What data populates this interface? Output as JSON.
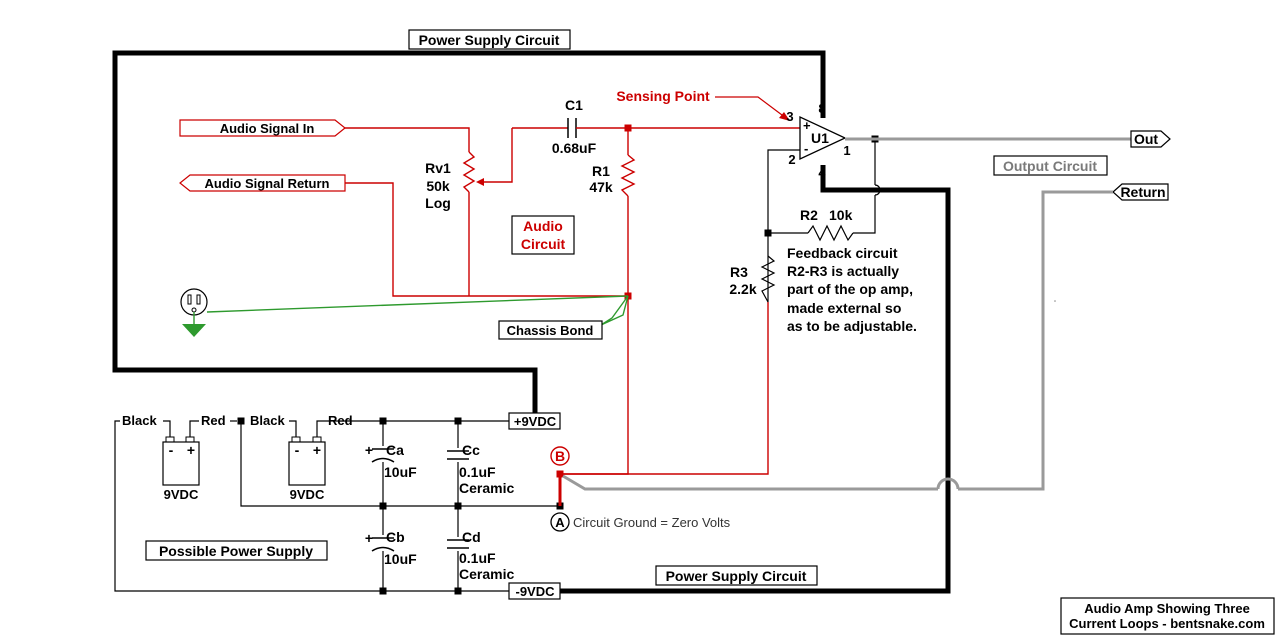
{
  "labels": {
    "power_supply_circuit_top": "Power Supply Circuit",
    "power_supply_circuit_bottom": "Power Supply Circuit",
    "sensing_point": "Sensing Point",
    "audio_signal_in": "Audio Signal In",
    "audio_signal_return": "Audio Signal Return",
    "audio_circuit_line1": "Audio",
    "audio_circuit_line2": "Circuit",
    "chassis_bond": "Chassis Bond",
    "output_circuit": "Output Circuit",
    "out": "Out",
    "return": "Return",
    "possible_power_supply": "Possible Power Supply",
    "plus_9vdc": "+9VDC",
    "minus_9vdc": "-9VDC",
    "circuit_ground": "Circuit Ground = Zero Volts",
    "node_a": "A",
    "node_b": "B"
  },
  "components": {
    "c1_name": "C1",
    "c1_value": "0.68uF",
    "r1_name": "R1",
    "r1_value": "47k",
    "rv1_name": "Rv1",
    "rv1_value": "50k",
    "rv1_taper": "Log",
    "u1_name": "U1",
    "u1_pin3": "3",
    "u1_pin8": "8",
    "u1_pin2": "2",
    "u1_pin1": "1",
    "u1_pin4": "4",
    "u1_plus": "+",
    "u1_minus": "-",
    "r2_name": "R2",
    "r2_value": "10k",
    "r3_name": "R3",
    "r3_value": "2.2k",
    "ca_name": "Ca",
    "ca_value": "10uF",
    "cb_name": "Cb",
    "cb_value": "10uF",
    "cc_name": "Cc",
    "cc_value": "0.1uF",
    "cc_type": "Ceramic",
    "cd_name": "Cd",
    "cd_value": "0.1uF",
    "cd_type": "Ceramic",
    "bat1_black": "Black",
    "bat1_red": "Red",
    "bat1_voltage": "9VDC",
    "bat2_black": "Black",
    "bat2_red": "Red",
    "bat2_voltage": "9VDC",
    "bat_minus": "-",
    "bat_plus": "+",
    "cap_plus": "+"
  },
  "feedback_note": [
    "Feedback circuit",
    "R2-R3 is actually",
    "part of the op amp,",
    "made external so",
    "as to be adjustable."
  ],
  "caption": [
    "Audio Amp Showing Three",
    "Current Loops - bentsnake.com"
  ],
  "colors": {
    "power_loop": "#000000",
    "audio_loop": "#cc0000",
    "output_loop": "#9a9a9a",
    "chassis_bond": "#2e9a2e"
  }
}
